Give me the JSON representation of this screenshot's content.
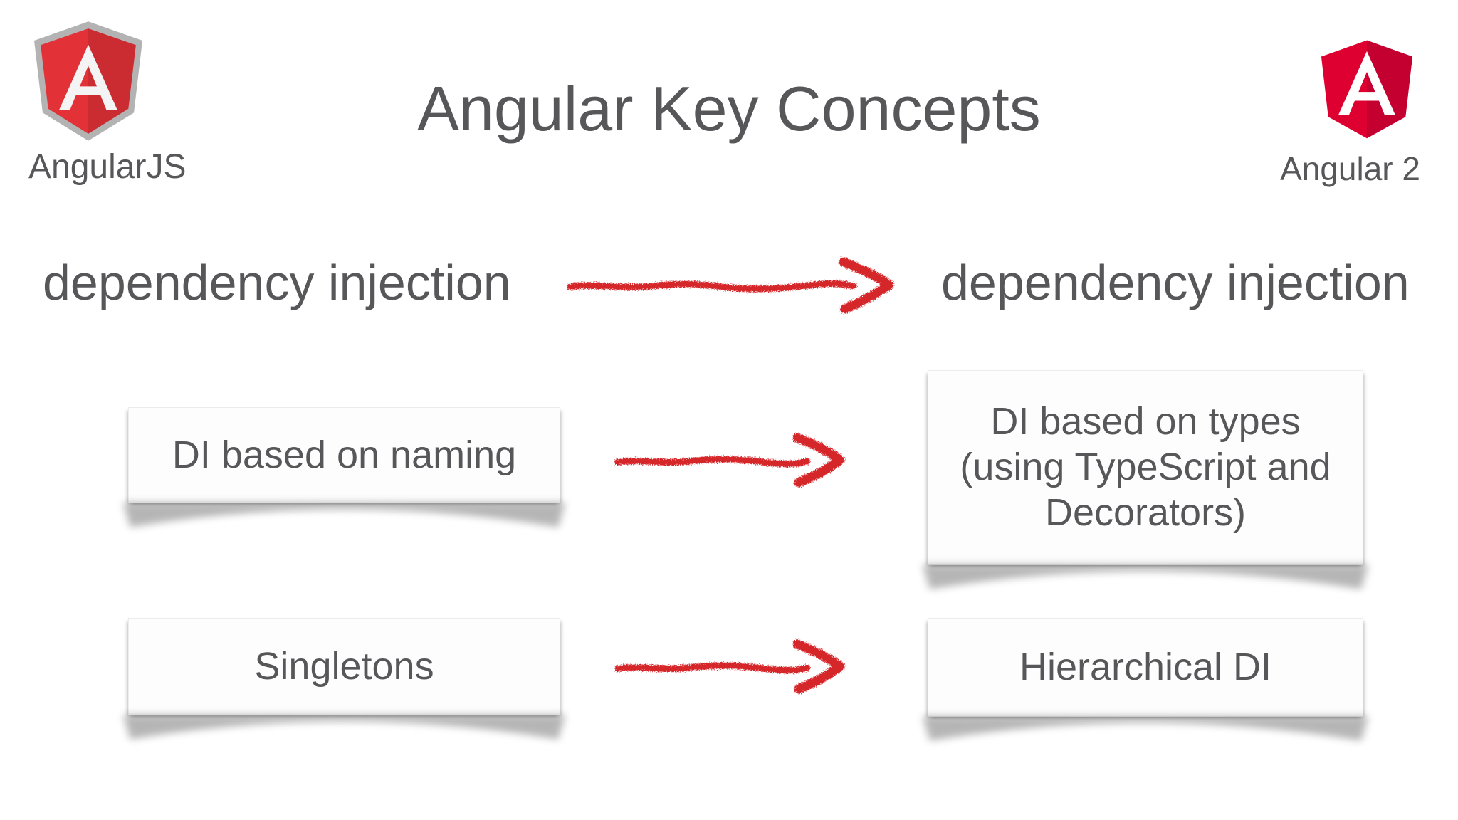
{
  "header": {
    "title": "Angular Key Concepts",
    "left_logo_label": "AngularJS",
    "right_logo_label": "Angular 2"
  },
  "icons": {
    "left_logo": "angularjs-shield",
    "right_logo": "angular2-shield",
    "arrow": "hand-drawn-red-arrow-right"
  },
  "colors": {
    "text_gray": "#57575a",
    "arrow_red": "#d5262c",
    "angularjs_red": "#e23237",
    "angularjs_border_gray": "#b3b3b3",
    "angular2_red": "#dd0031",
    "angular2_dark_red": "#c3002f",
    "box_background": "#fdfdfd",
    "background": "#ffffff"
  },
  "comparison": {
    "row1": {
      "left": "dependency injection",
      "right": "dependency injection"
    },
    "row2": {
      "left": "DI based on naming",
      "right": "DI based on types (using TypeScript and Decorators)"
    },
    "row3": {
      "left": "Singletons",
      "right": "Hierarchical DI"
    }
  }
}
